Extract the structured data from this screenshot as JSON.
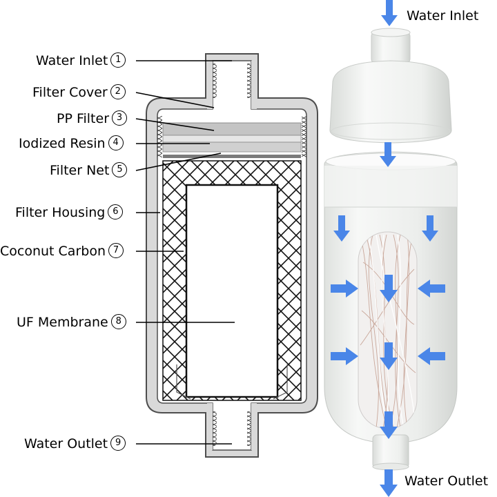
{
  "labels": [
    {
      "text": "Water Inlet",
      "num": "1"
    },
    {
      "text": "Filter Cover",
      "num": "2"
    },
    {
      "text": "PP Filter",
      "num": "3"
    },
    {
      "text": "Iodized Resin",
      "num": "4"
    },
    {
      "text": "Filter Net",
      "num": "5"
    },
    {
      "text": "Filter Housing",
      "num": "6"
    },
    {
      "text": "Coconut Carbon",
      "num": "7"
    },
    {
      "text": "UF Membrane",
      "num": "8"
    },
    {
      "text": "Water Outlet",
      "num": "9"
    }
  ],
  "photo": {
    "inlet_label": "Water Inlet",
    "outlet_label": "Water Outlet"
  },
  "colors": {
    "arrow": "#4a86e8",
    "line": "#000000",
    "housing_fill": "#d9d9d9",
    "housing_stroke": "#4d4d4d",
    "plastic": "#eef0ee",
    "membrane_fiber": "#c9a79a"
  }
}
